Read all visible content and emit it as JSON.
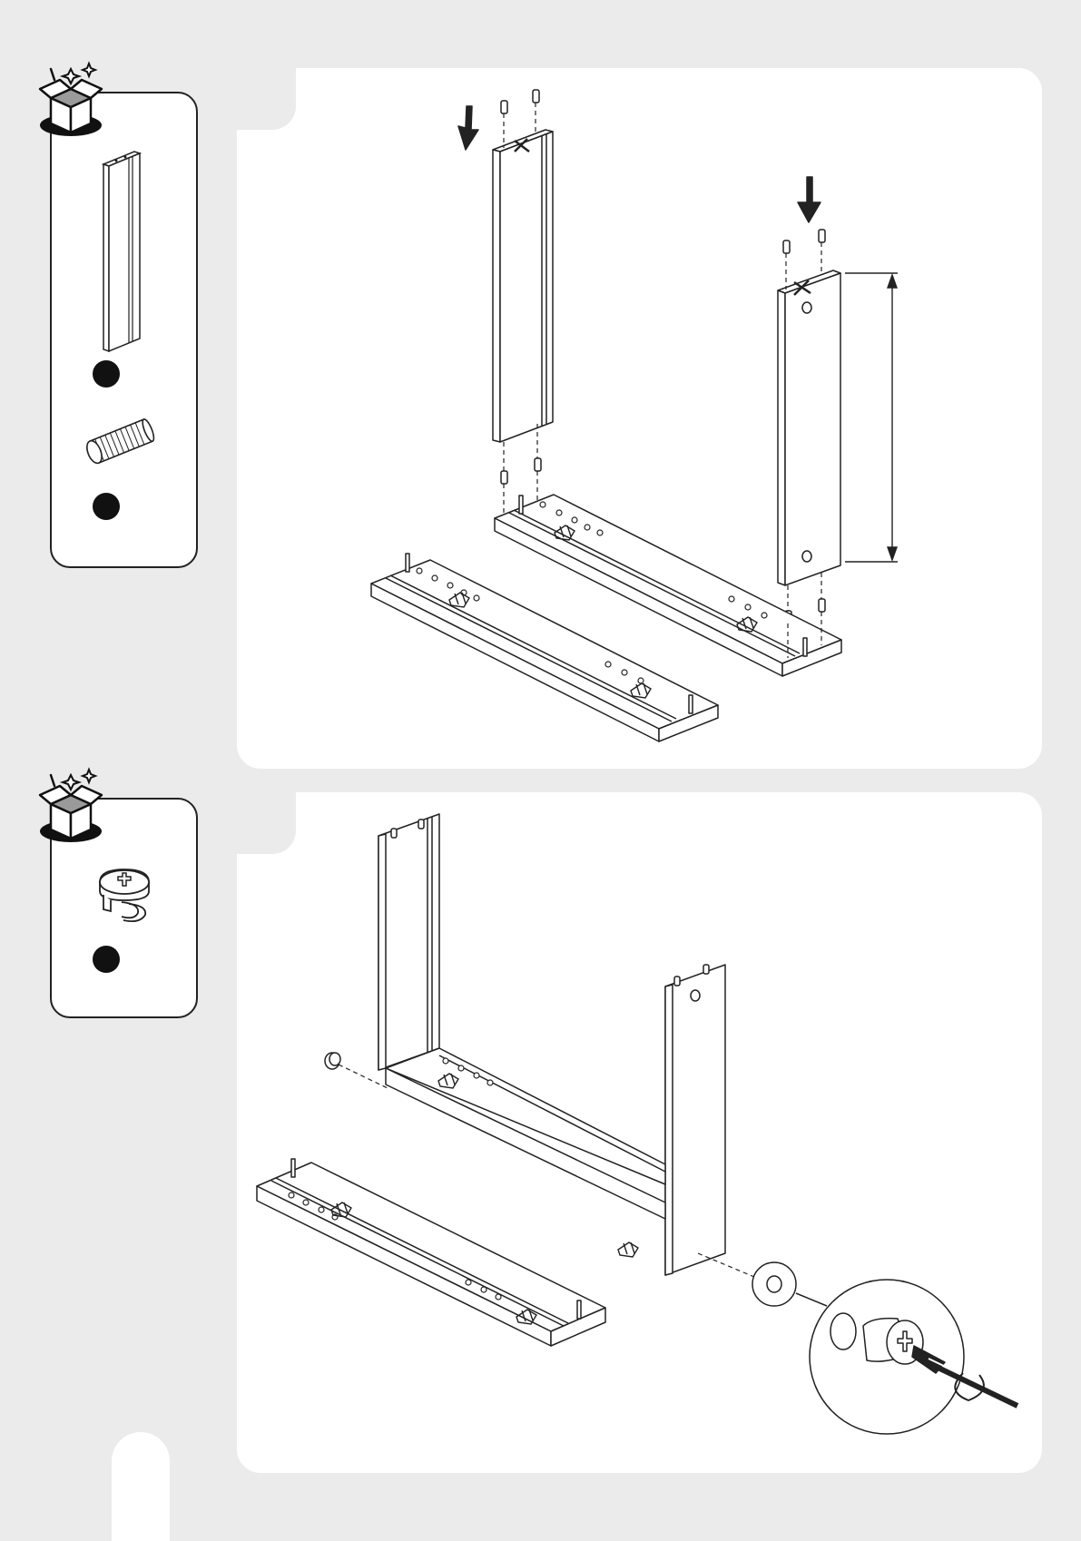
{
  "page": {
    "background": "#ebebeb",
    "panel_color": "#ffffff",
    "ink_color": "#222222"
  },
  "steps": [
    {
      "parts_icon": "open-box-icon",
      "parts": [
        {
          "name": "side-panel",
          "count_marker": "black-dot"
        },
        {
          "name": "wooden-dowel",
          "count_marker": "black-dot"
        }
      ]
    },
    {
      "parts_icon": "open-box-icon",
      "parts": [
        {
          "name": "cam-lock-nut",
          "count_marker": "black-dot"
        }
      ]
    }
  ]
}
